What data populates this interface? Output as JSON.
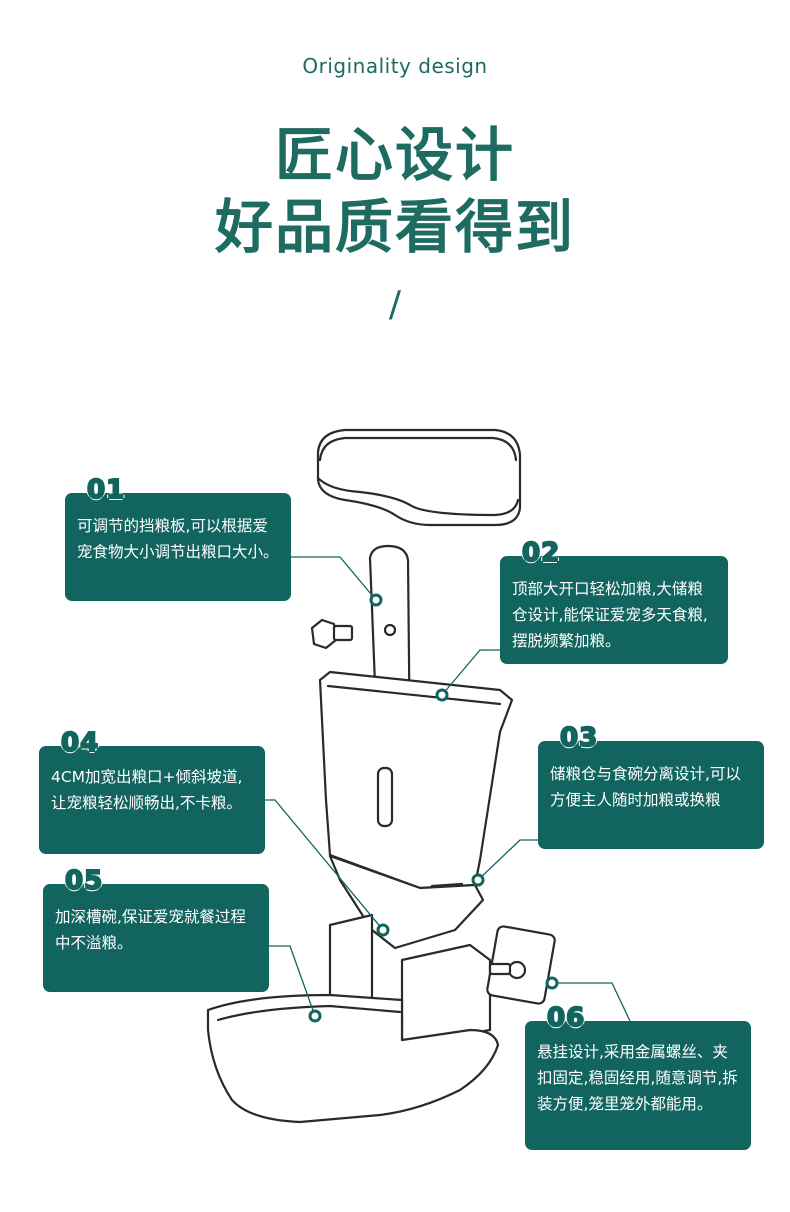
{
  "header": {
    "subtitle": "Originality design",
    "title_line1": "匠心设计",
    "title_line2": "好品质看得到",
    "divider": "/"
  },
  "callouts": [
    {
      "number": "01",
      "text": "可调节的挡粮板,可以根据爱宠食物大小调节出粮口大小。"
    },
    {
      "number": "02",
      "text": "顶部大开口轻松加粮,大储粮仓设计,能保证爱宠多天食粮,摆脱频繁加粮。"
    },
    {
      "number": "03",
      "text": "储粮仓与食碗分离设计,可以方便主人随时加粮或换粮"
    },
    {
      "number": "04",
      "text": "4CM加宽出粮口+倾斜坡道,让宠粮轻松顺畅出,不卡粮。"
    },
    {
      "number": "05",
      "text": "加深槽碗,保证爱宠就餐过程中不溢粮。"
    },
    {
      "number": "06",
      "text": "悬挂设计,采用金属螺丝、夹扣固定,稳固经用,随意调节,拆装方便,笼里笼外都能用。"
    }
  ],
  "colors": {
    "accent": "#12655f",
    "heading": "#1e6b62",
    "line_art": "#2a2a2a"
  }
}
